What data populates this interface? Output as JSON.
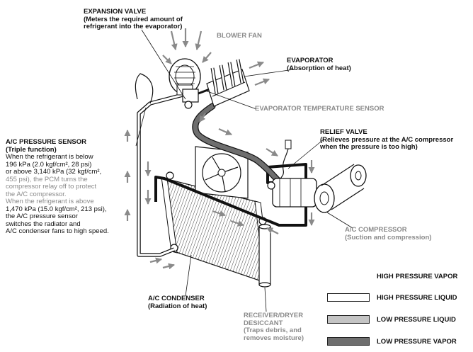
{
  "labels": {
    "expansion_valve": {
      "title": "EXPANSION VALVE",
      "subtitle_lines": [
        "(Meters the required amount of",
        "refrigerant into the evaporator)"
      ]
    },
    "blower_fan": {
      "title": "BLOWER FAN"
    },
    "evaporator": {
      "title": "EVAPORATOR",
      "subtitle": "(Absorption of heat)"
    },
    "evaporator_temp_sensor": {
      "title": "EVAPORATOR TEMPERATURE SENSOR"
    },
    "relief_valve": {
      "title": "RELIEF VALVE",
      "subtitle_lines": [
        "(Relieves pressure at the A/C compressor",
        "when the pressure is too high)"
      ]
    },
    "pressure_sensor": {
      "title": "A/C PRESSURE SENSOR",
      "subtitle": "(Triple function)",
      "lines": [
        "When the refrigerant is below",
        "196 kPa (2.0 kgf/cm², 28 psi)",
        "or above 3,140 kPa (32 kgf/cm²,",
        "455 psi), the PCM turns the",
        "compressor relay off to protect",
        "the A/C compressor.",
        "When the refrigerant is above",
        "1,470 kPa (15.0 kgf/cm², 213 psi),",
        "the A/C pressure sensor",
        "switches the radiator and",
        "A/C condenser fans to high speed."
      ]
    },
    "compressor": {
      "title": "A/C COMPRESSOR",
      "subtitle": "(Suction and compression)"
    },
    "condenser": {
      "title": "A/C CONDENSER",
      "subtitle": "(Radiation of heat)"
    },
    "receiver_dryer": {
      "title_lines": [
        "RECEIVER/DRYER",
        "DESICCANT"
      ],
      "subtitle_lines": [
        "(Traps debris, and",
        "removes moisture)"
      ]
    }
  },
  "legend": [
    {
      "label": "HIGH PRESSURE VAPOR",
      "fill": "#000000",
      "swatch": false
    },
    {
      "label": "HIGH PRESSURE LIQUID",
      "fill": "#ffffff",
      "swatch": true
    },
    {
      "label": "LOW PRESSURE LIQUID",
      "fill": "#c4c4c4",
      "swatch": true
    },
    {
      "label": "LOW PRESSURE VAPOR",
      "fill": "#6e6e6e",
      "swatch": true
    }
  ],
  "colors": {
    "line": "#111111",
    "low_vapor": "#6e6e6e",
    "low_liquid": "#c4c4c4",
    "high_liquid": "#ffffff",
    "grey_text": "#8a8a8a"
  }
}
